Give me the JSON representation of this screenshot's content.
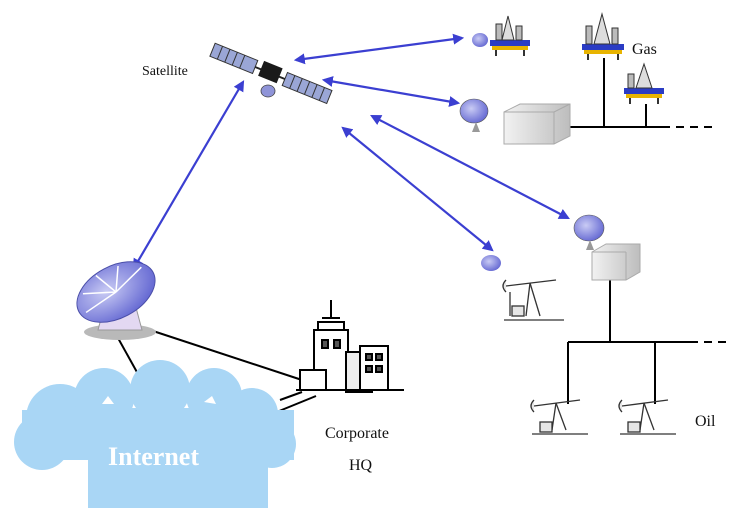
{
  "labels": {
    "satellite": "Satellite",
    "gas": "Gas",
    "oil": "Oil",
    "corporate": "Corporate",
    "hq": "HQ",
    "internet": "Internet"
  },
  "colors": {
    "link_arrow": "#3b3fd1",
    "dish": "#6f73d8",
    "cloud": "#a9d6f5",
    "cloud_text": "#ffffff",
    "building": "#d9d9d9",
    "wire": "#000000"
  },
  "nodes": [
    {
      "id": "satellite",
      "icon": "satellite-icon"
    },
    {
      "id": "ground-station",
      "icon": "large-dish-antenna-icon"
    },
    {
      "id": "gas-field",
      "icon": "gas-rig-icon"
    },
    {
      "id": "oil-field",
      "icon": "oil-pumpjack-icon"
    },
    {
      "id": "corporate-hq",
      "icon": "city-building-icon"
    },
    {
      "id": "internet",
      "icon": "cloud-icon"
    }
  ]
}
